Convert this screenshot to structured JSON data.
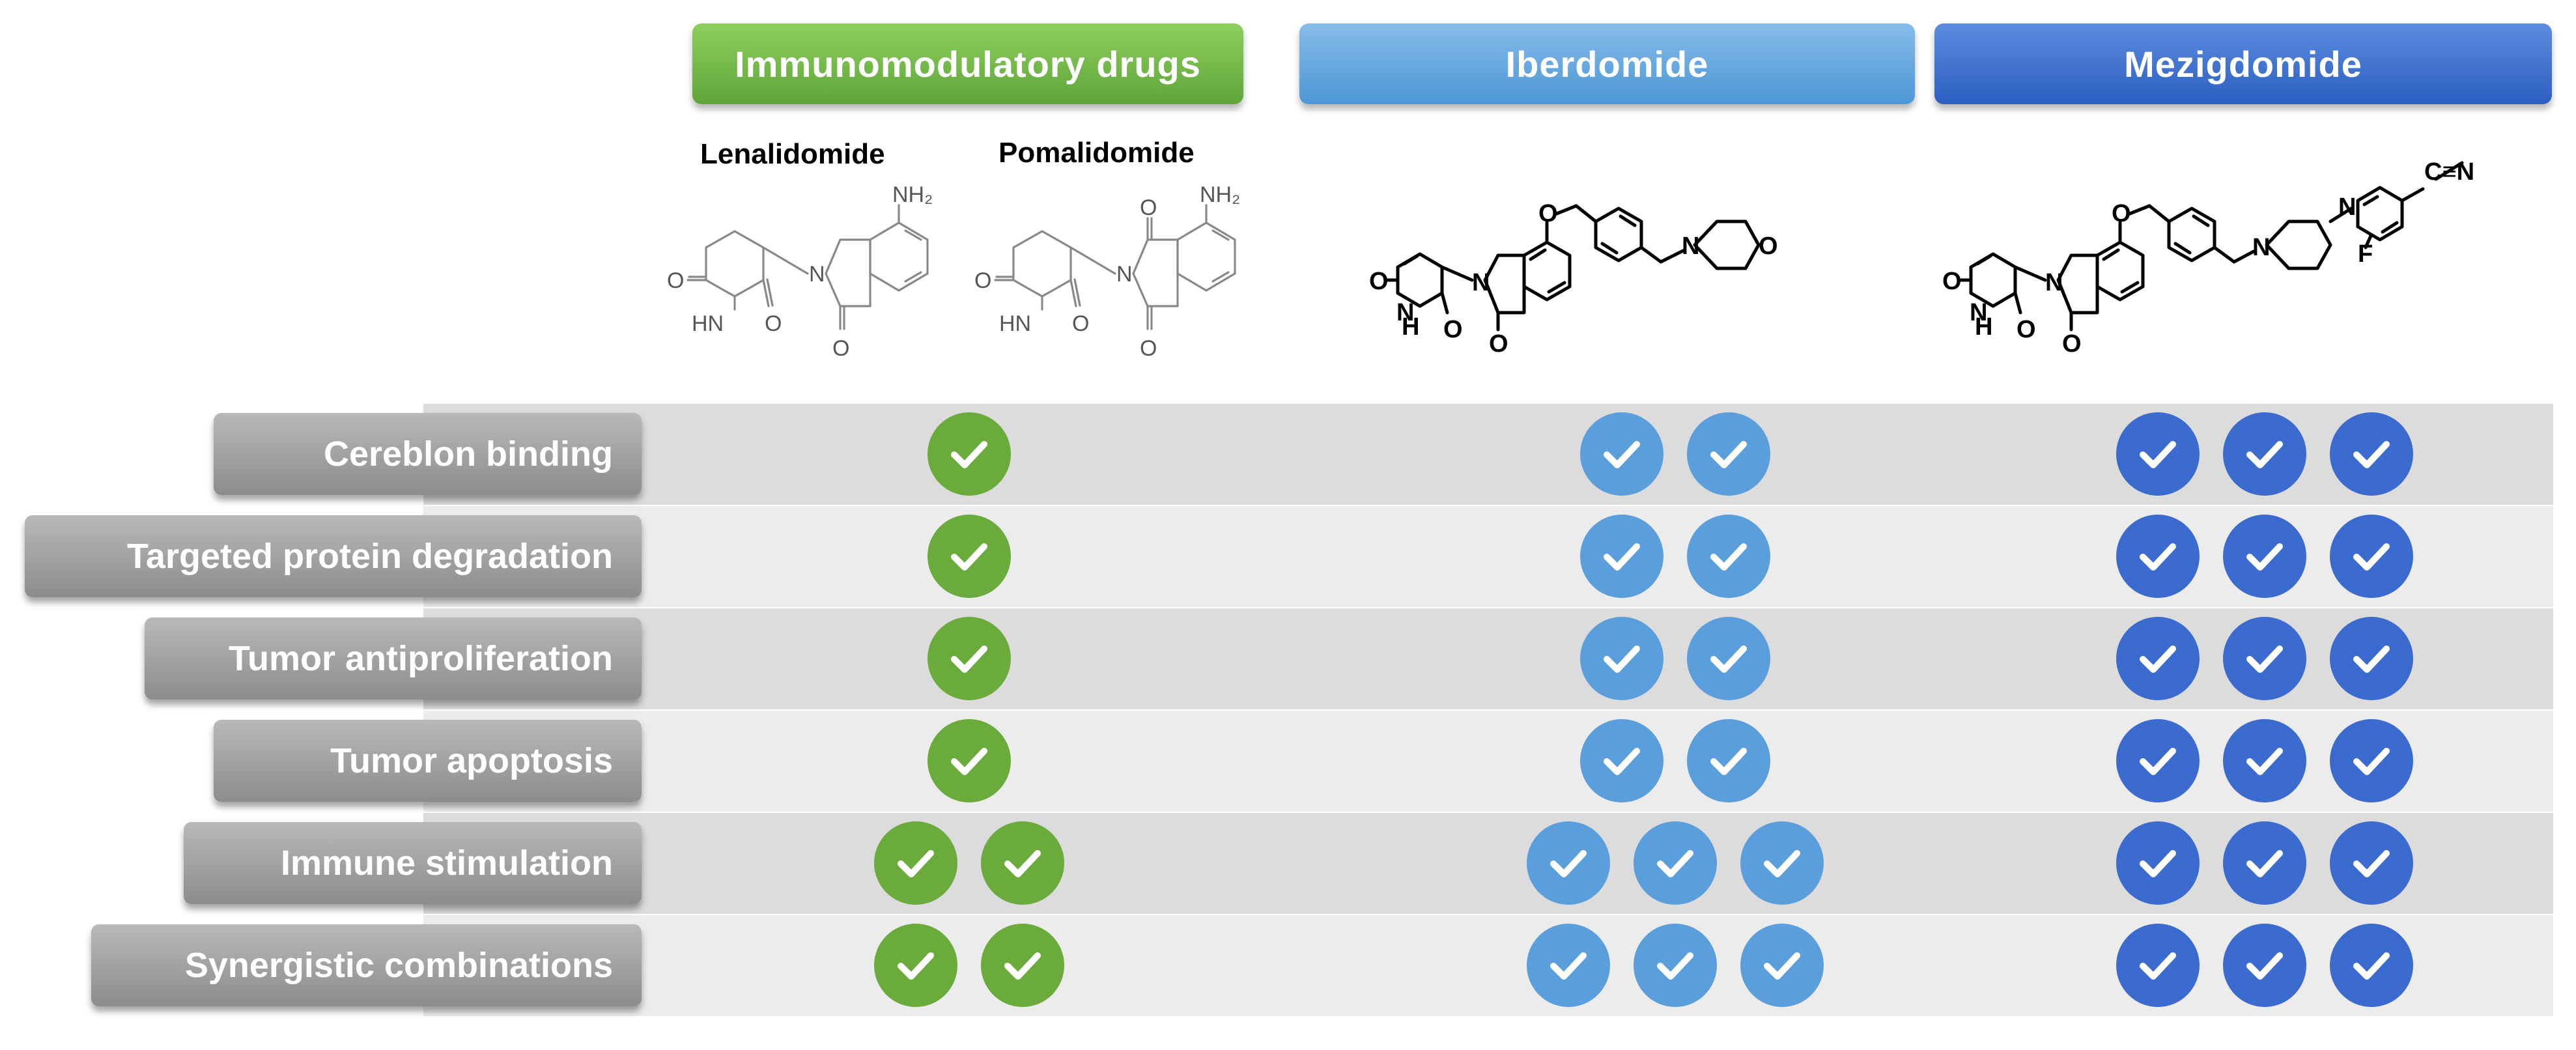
{
  "headers": {
    "imid": "Immunomodulatory  drugs",
    "iberdomide": "Iberdomide",
    "mezigdomide": "Mezigdomide"
  },
  "structures": {
    "lenalidomide": "Lenalidomide",
    "pomalidomide": "Pomalidomide",
    "atoms": {
      "nh2": "NH₂",
      "o": "O",
      "n": "N",
      "hn": "HN",
      "h": "H",
      "f": "F",
      "cn": "C≡N"
    }
  },
  "colors": {
    "imid_green": "#6aab3c",
    "iberdomide_blue": "#5a9fdc",
    "mezigdomide_blue": "#3b6bcf",
    "row_label_grey": "#9e9e9e"
  },
  "rows": [
    {
      "label": "Cereblon binding",
      "imid": 1,
      "iberdomide": 2,
      "mezigdomide": 3
    },
    {
      "label": "Targeted protein degradation",
      "imid": 1,
      "iberdomide": 2,
      "mezigdomide": 3
    },
    {
      "label": "Tumor antiproliferation",
      "imid": 1,
      "iberdomide": 2,
      "mezigdomide": 3
    },
    {
      "label": "Tumor apoptosis",
      "imid": 1,
      "iberdomide": 2,
      "mezigdomide": 3
    },
    {
      "label": "Immune stimulation",
      "imid": 2,
      "iberdomide": 3,
      "mezigdomide": 3
    },
    {
      "label": "Synergistic combinations",
      "imid": 2,
      "iberdomide": 3,
      "mezigdomide": 3
    }
  ],
  "icons": {
    "check": "check-circle-icon"
  }
}
